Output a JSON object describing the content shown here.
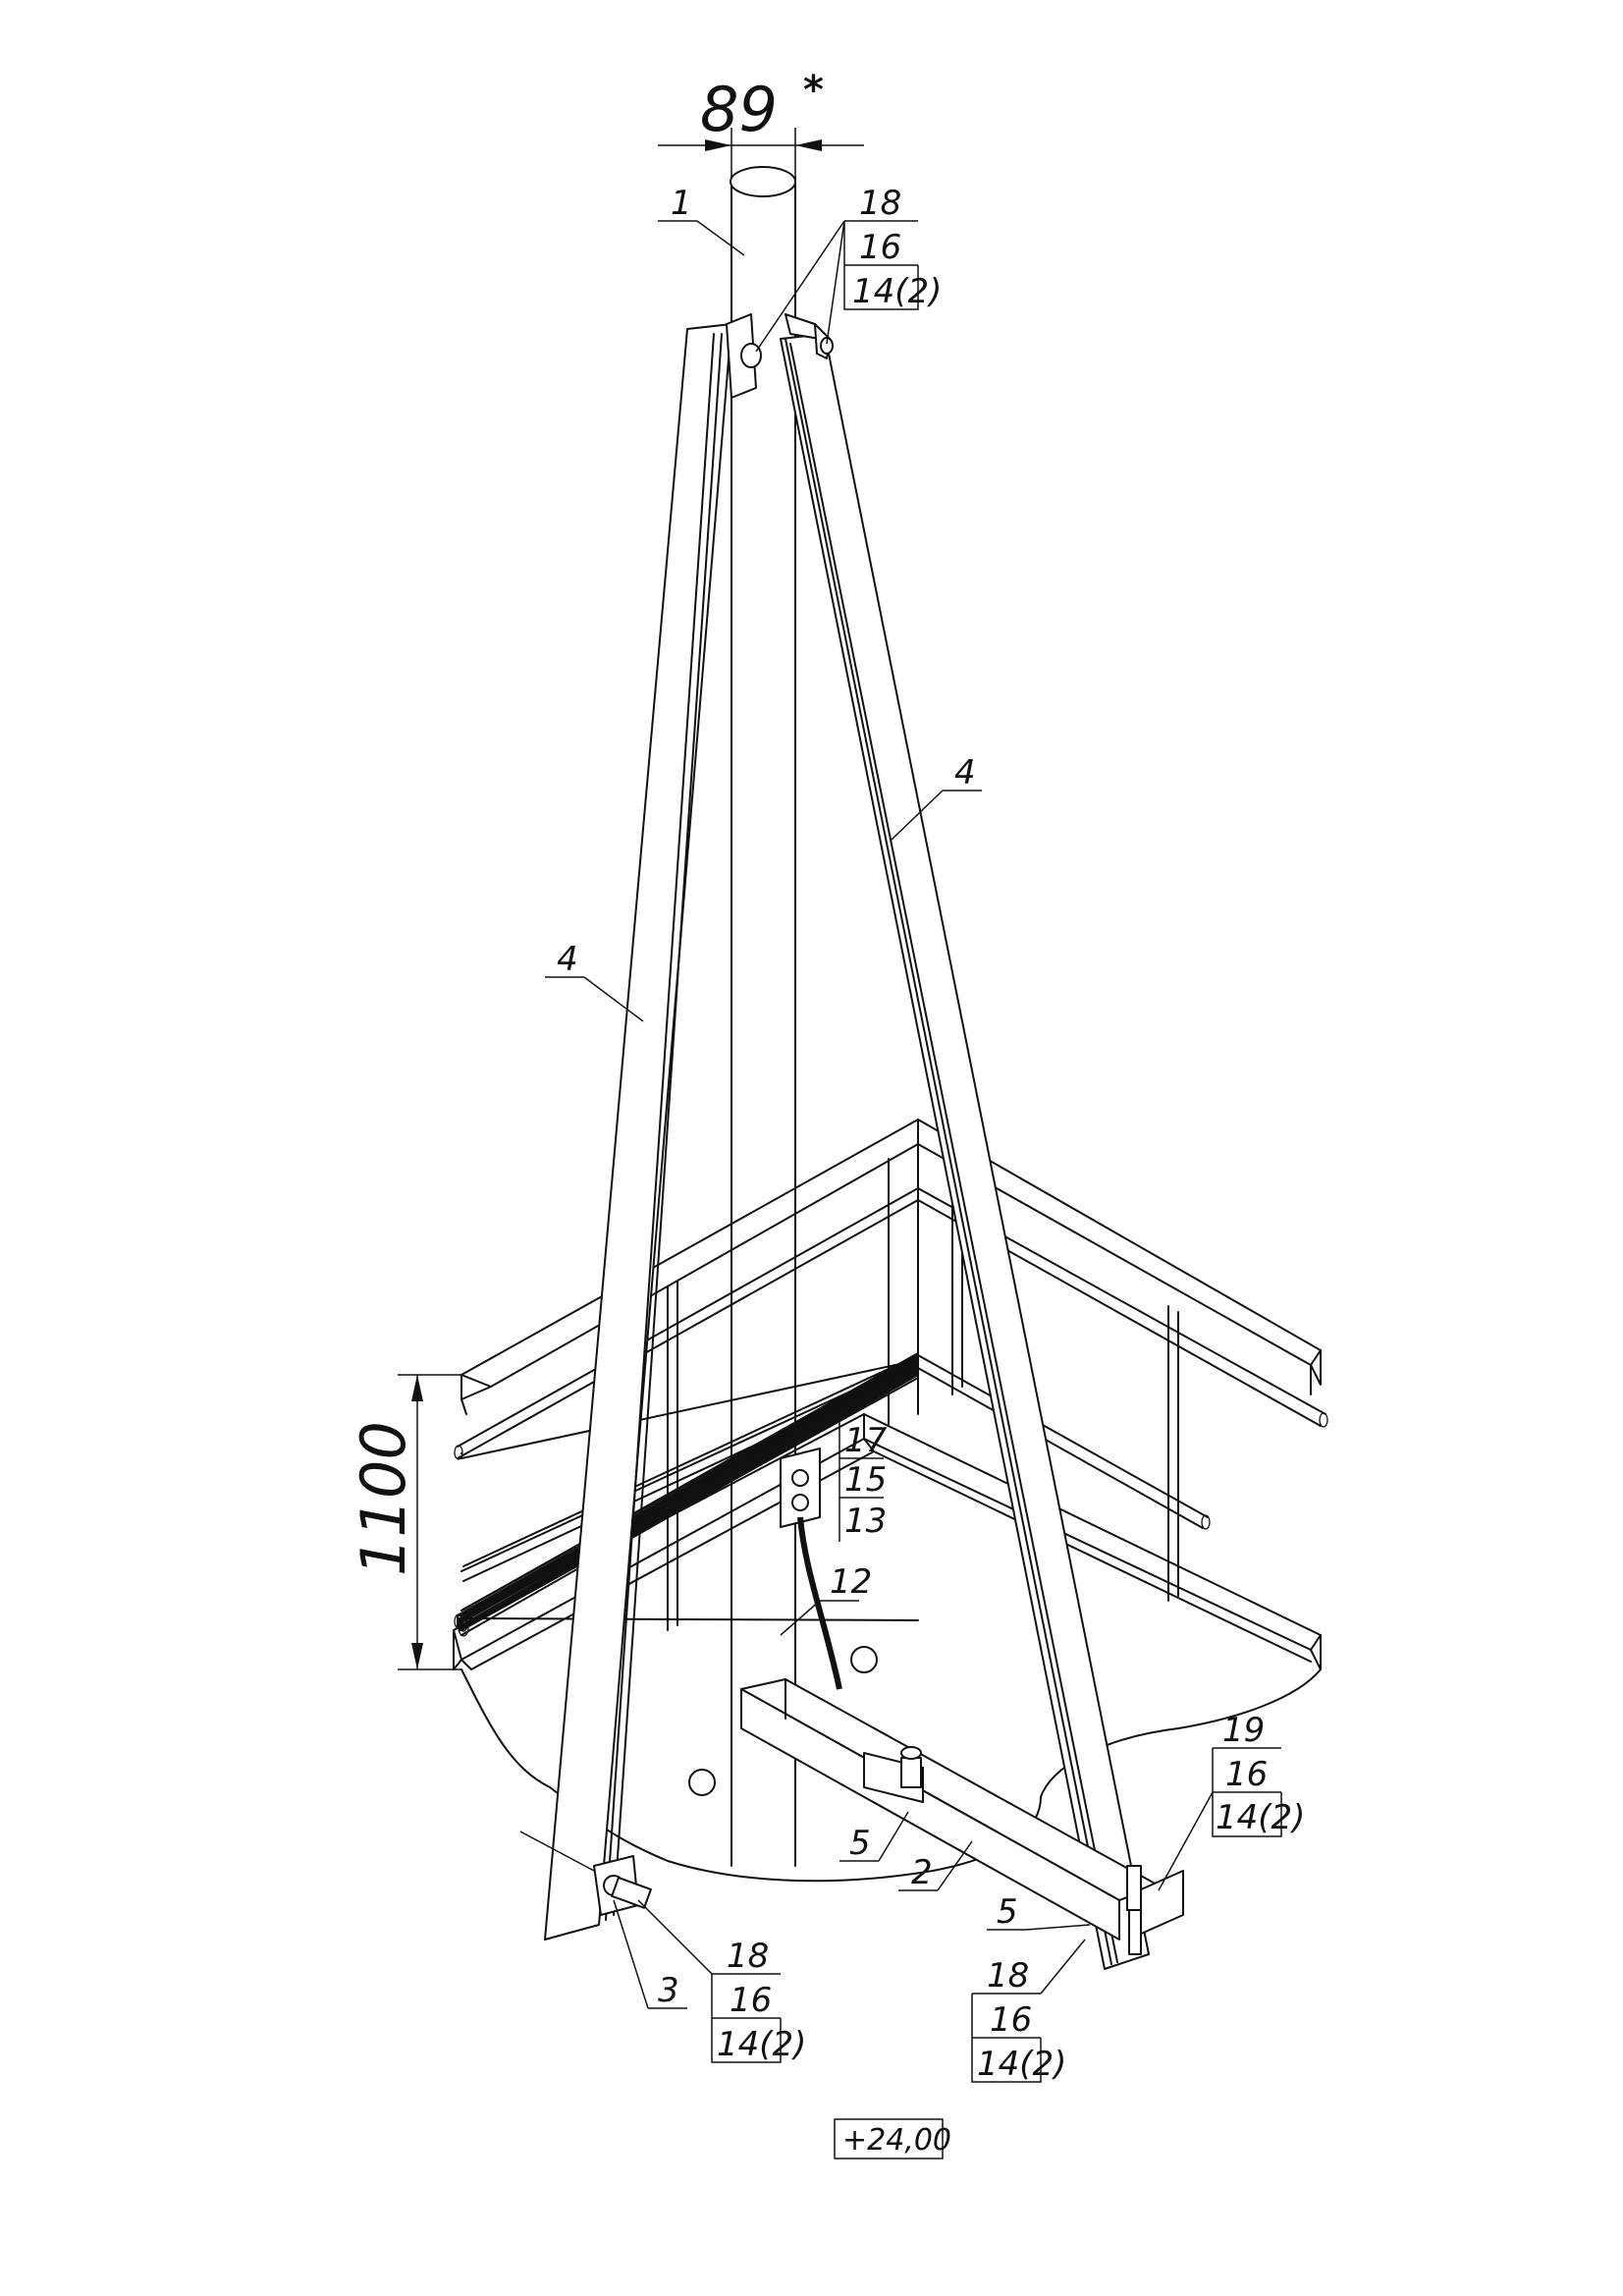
{
  "dimensions": {
    "diameter": "89",
    "diameter_mark": "*",
    "height": "1100"
  },
  "elevation": "+24,00",
  "labels": {
    "pipe": "1",
    "beam": "2",
    "bracket": "3",
    "strut_left": "4",
    "strut_right": "4",
    "plate_left": "5",
    "plate_right": "5",
    "cable": "12"
  },
  "stacks": {
    "top": [
      "18",
      "16",
      "14(2)"
    ],
    "middle": [
      "17",
      "15",
      "13"
    ],
    "right": [
      "19",
      "16",
      "14(2)"
    ],
    "bottom_left": [
      "18",
      "16",
      "14(2)"
    ],
    "bottom_right": [
      "18",
      "16",
      "14(2)"
    ]
  }
}
